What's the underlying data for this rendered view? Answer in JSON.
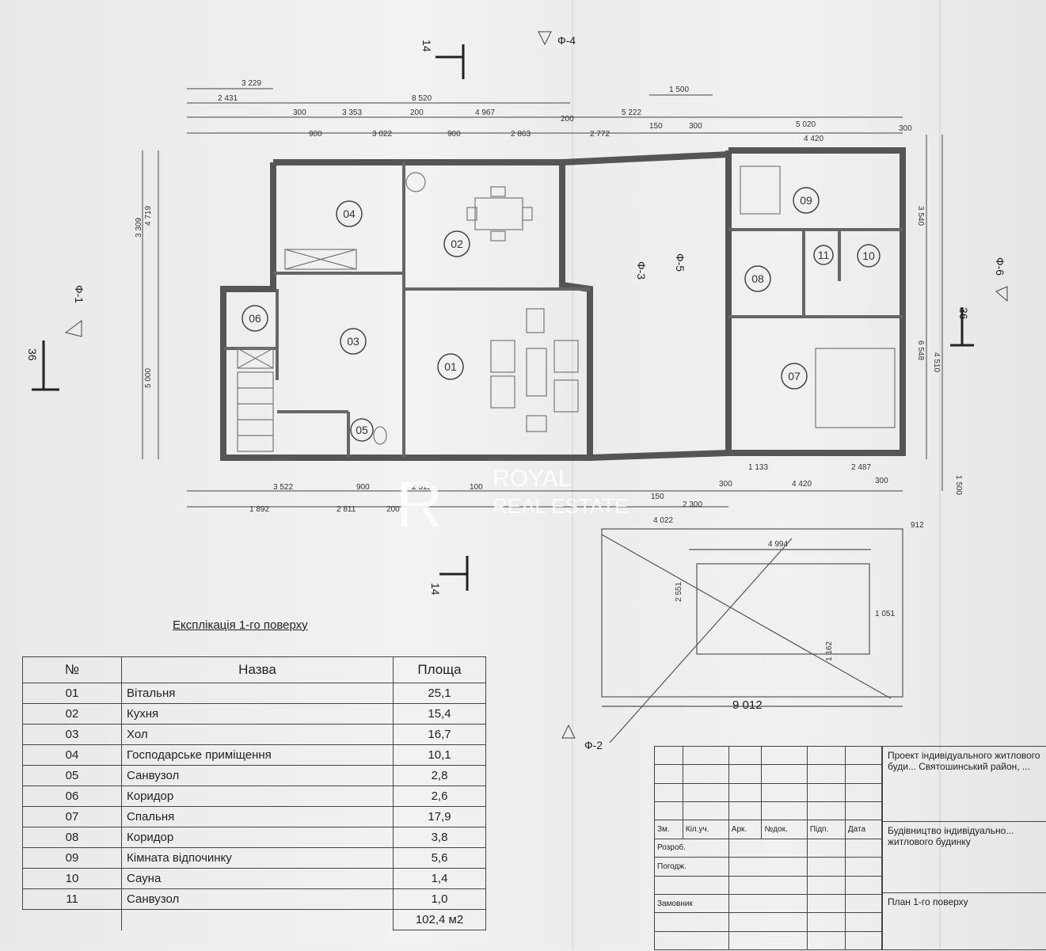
{
  "plan": {
    "sections": {
      "top": "Ф-4",
      "bottom": "Ф-2",
      "left": "Ф-1",
      "right": "Ф-6",
      "mid_a": "Ф-3",
      "mid_b": "Ф-5",
      "cut_top": "14",
      "cut_bottom": "14",
      "cut_left": "36",
      "cut_right": "36"
    },
    "rooms": [
      "01",
      "02",
      "03",
      "04",
      "05",
      "06",
      "07",
      "08",
      "09",
      "10",
      "11"
    ],
    "dims_top": [
      "3 229",
      "2 431",
      "8 520",
      "300",
      "3 353",
      "200",
      "4 967",
      "200",
      "5 222",
      "1 500",
      "300",
      "5 020",
      "300",
      "900",
      "3 022",
      "900",
      "2 863",
      "2 772",
      "150",
      "4 420"
    ],
    "dims_bottom": [
      "3 522",
      "900",
      "2 512",
      "100",
      "2 811",
      "200",
      "150",
      "2 300",
      "300",
      "1 892",
      "4 022",
      "4 420",
      "1 133",
      "2 487",
      "300",
      "912"
    ],
    "dims_left": [
      "4 719",
      "3 309",
      "5 000"
    ],
    "dims_right": [
      "3 540",
      "4 510",
      "1 500",
      "6 548"
    ],
    "porch": {
      "w": "4 994",
      "h": "2 551",
      "side": "1 051",
      "small": "1 162",
      "total": "9 012"
    }
  },
  "watermark": {
    "line1": "ROYAL",
    "line2": "REAL ESTATE",
    "logo": "R"
  },
  "legend": {
    "title": "Експлікація 1-го поверху",
    "headers": {
      "num": "№",
      "name": "Назва",
      "area": "Площа"
    },
    "rows": [
      {
        "num": "01",
        "name": "Вітальня",
        "area": "25,1"
      },
      {
        "num": "02",
        "name": "Кухня",
        "area": "15,4"
      },
      {
        "num": "03",
        "name": "Хол",
        "area": "16,7"
      },
      {
        "num": "04",
        "name": "Господарське приміщення",
        "area": "10,1"
      },
      {
        "num": "05",
        "name": "Санвузол",
        "area": "2,8"
      },
      {
        "num": "06",
        "name": "Коридор",
        "area": "2,6"
      },
      {
        "num": "07",
        "name": "Спальня",
        "area": "17,9"
      },
      {
        "num": "08",
        "name": "Коридор",
        "area": "3,8"
      },
      {
        "num": "09",
        "name": "Кімната відпочинку",
        "area": "5,6"
      },
      {
        "num": "10",
        "name": "Сауна",
        "area": "1,4"
      },
      {
        "num": "11",
        "name": "Санвузол",
        "area": "1,0"
      }
    ],
    "total": "102,4 м2"
  },
  "stamp": {
    "cols": [
      "Зм.",
      "Кіл.уч.",
      "Арк.",
      "№док.",
      "Підп.",
      "Дата"
    ],
    "roles": [
      "Розроб.",
      "Погодж.",
      "Замовник"
    ],
    "project": "Проект індивідуального житлового буди... Святошинський район, ...",
    "building": "Будівництво індивідуально... житлового будинку",
    "sheet_title": "План 1-го поверху"
  }
}
